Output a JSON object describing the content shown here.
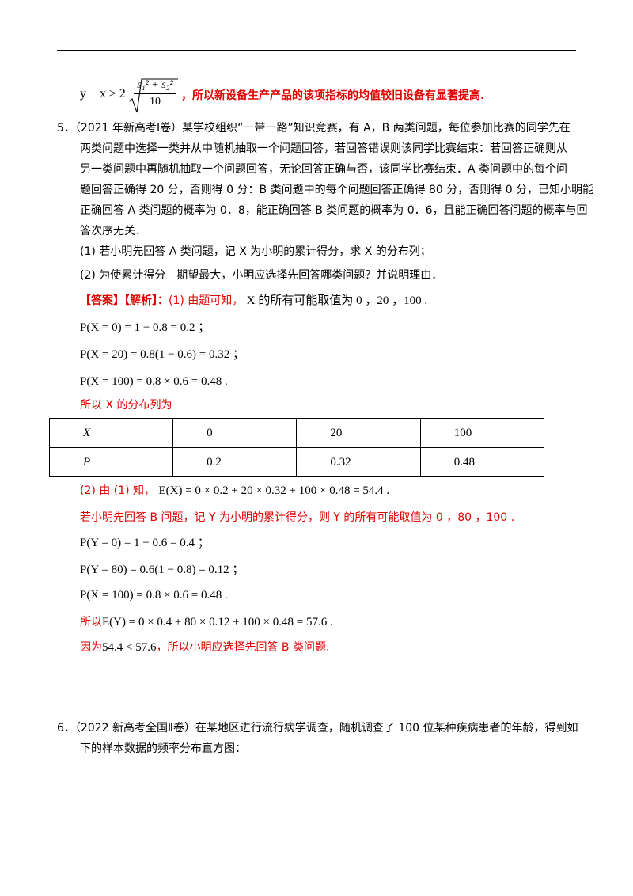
{
  "formula_top": {
    "lhs": "y − x ≥ 2",
    "num": "s₁² + s₂²",
    "den": "10",
    "conclusion": "，所以新设备生产产品的该项指标的均值较旧设备有显著提高."
  },
  "q5": {
    "lines": [
      "5．（2021 年新高考Ⅰ卷）某学校组织“一带一路”知识竞赛，有 A，B 两类问题，每位参加比赛的同学先在",
      "两类问题中选择一类并从中随机抽取一个问题回答，若回答错误则该同学比赛结束：若回答正确则从",
      "另一类问题中再随机抽取一个问题回答，无论回答正确与否，该同学比赛结束．A 类问题中的每个问",
      "题回答正确得 20 分，否则得 0 分：B 类问题中的每个问题回答正确得 80 分，否则得 0 分，已知小明能",
      "正确回答 A 类问题的概率为 0．8，能正确回答 B 类问题的概率为 0．6，且能正确回答问题的概率与回",
      "答次序无关．"
    ],
    "sub1": "(1) 若小明先回答 A 类问题，记 X 为小明的累计得分，求 X 的分布列；",
    "sub2": "(2) 为使累计得分　期望最大，小明应选择先回答哪类问题？并说明理由．",
    "answer_tag": "【答案】【解析】：",
    "answer_intro": "(1) 由题可知，",
    "answer_intro_math": "X 的所有可能取值为 0 ，20 ，100 .",
    "p1": "P(X = 0) = 1 − 0.8 = 0.2 ；",
    "p2": "P(X = 20) = 0.8(1 − 0.6) = 0.32 ；",
    "p3": "P(X = 100) = 0.8 × 0.6 = 0.48 .",
    "dist_caption": "所以 X 的分布列为",
    "table": {
      "rows": [
        [
          "X",
          "0",
          "20",
          "100"
        ],
        [
          "P",
          "0.2",
          "0.32",
          "0.48"
        ]
      ]
    },
    "part2_prefix": "(2) 由 (1) 知，",
    "part2_ex": "E(X) = 0 × 0.2 + 20 × 0.32 + 100 × 0.48 = 54.4 .",
    "part2_b": "若小明先回答 B 问题，记 Y 为小明的累计得分，则 Y 的所有可能取值为 0 ，80 ，100 .",
    "py1": "P(Y = 0) = 1 − 0.6 = 0.4 ；",
    "py2": "P(Y = 80) = 0.6(1 − 0.8) = 0.12 ；",
    "py3": "P(X = 100) = 0.8 × 0.6 = 0.48 .",
    "ey_prefix": "所以",
    "ey": "E(Y) = 0 × 0.4 + 80 × 0.12 + 100 × 0.48 = 57.6 .",
    "final_prefix": "因为",
    "final_math": "54.4 < 57.6",
    "final_text": "，所以小明应选择先回答 B 类问题."
  },
  "q6": {
    "line1": "6．（2022 新高考全国Ⅱ卷）在某地区进行流行病学调查，随机调查了 100 位某种疾病患者的年龄，得到如",
    "line2": "下的样本数据的频率分布直方图："
  }
}
